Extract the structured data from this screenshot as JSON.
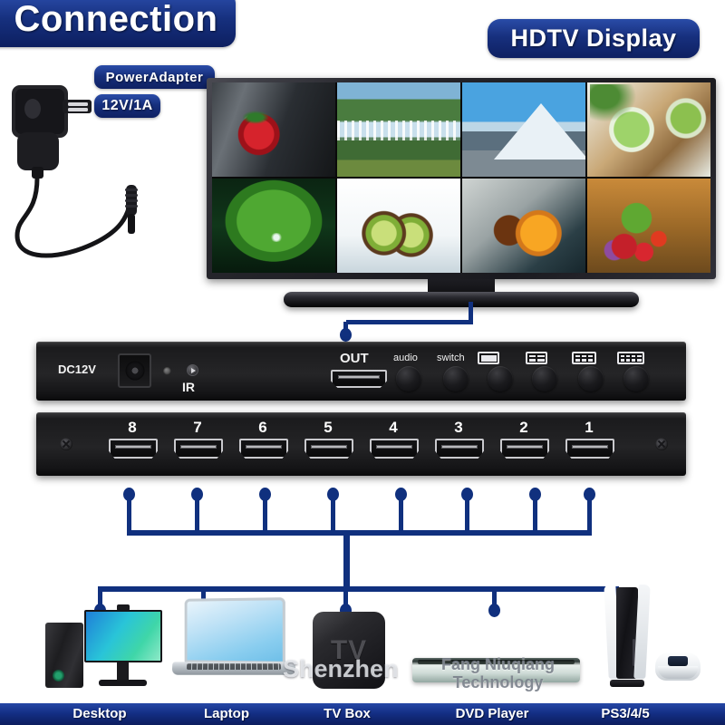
{
  "title_banner": {
    "text": "Connection"
  },
  "hdtv": {
    "label": "HDTV Display"
  },
  "power_adapter": {
    "label": "PowerAdapter",
    "voltage": "12V/1A"
  },
  "tv_wall": {
    "tiles": [
      {
        "name": "strawberry-in-glass"
      },
      {
        "name": "waterfalls-forest"
      },
      {
        "name": "snow-mountain-lake"
      },
      {
        "name": "green-smoothie"
      },
      {
        "name": "lotus-leaf"
      },
      {
        "name": "kiwi-splash"
      },
      {
        "name": "orange-slices"
      },
      {
        "name": "vegetables-basket"
      }
    ]
  },
  "switch_front": {
    "dc_label": "DC12V",
    "ir_label": "IR",
    "out_label": "OUT",
    "buttons": [
      {
        "label": "audio",
        "icon": ""
      },
      {
        "label": "switch",
        "icon": ""
      },
      {
        "label": "",
        "icon": "split-1"
      },
      {
        "label": "",
        "icon": "split-4"
      },
      {
        "label": "",
        "icon": "split-6"
      },
      {
        "label": "",
        "icon": "split-8"
      }
    ]
  },
  "switch_inputs": {
    "ports": [
      "8",
      "7",
      "6",
      "5",
      "4",
      "3",
      "2",
      "1"
    ]
  },
  "devices": [
    {
      "label": "Desktop"
    },
    {
      "label": "Laptop"
    },
    {
      "label": "TV Box"
    },
    {
      "label": "DVD Player"
    },
    {
      "label": "PS3/4/5"
    }
  ],
  "tv_box": {
    "text": "TV"
  },
  "watermark": {
    "line1": "Shenzhen",
    "line2": "Fang Niuqiang",
    "line3": "Technology"
  },
  "colors": {
    "brand_blue": "#10307e",
    "label_blue": "#17307e",
    "band_blue": "#142f85"
  }
}
